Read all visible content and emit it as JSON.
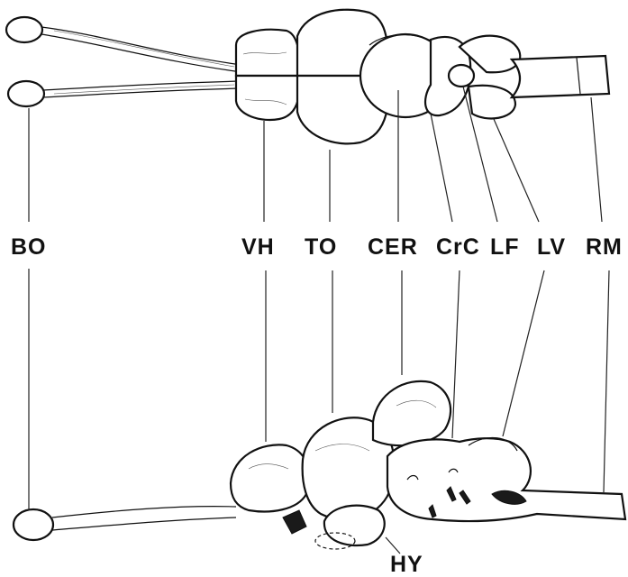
{
  "labels": {
    "bo": "BO",
    "vh": "VH",
    "to": "TO",
    "cer": "CER",
    "crc": "CrC",
    "lf": "LF",
    "lv": "LV",
    "rm": "RM",
    "hy": "HY"
  }
}
